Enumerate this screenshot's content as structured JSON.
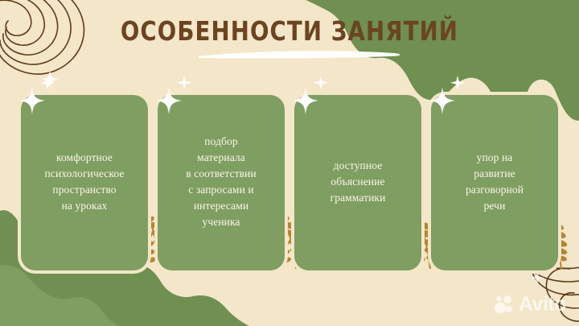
{
  "slide": {
    "title": "ОСОБЕННОСТИ ЗАНЯТИЙ",
    "background_color": "#f4e6c8",
    "title_color": "#6c4421",
    "card_color": "#7f9e61",
    "card_text_color": "#fbf6ea",
    "blob_color": "#6f9050",
    "line_art_color": "#5c3a1a",
    "fern_color": "#b5842f"
  },
  "cards": [
    {
      "id": "card-1",
      "text": "комфортное\nпсихологическое\nпространство\nна уроках"
    },
    {
      "id": "card-2",
      "text": "подбор\nматериала\nв соответствии\nс запросами и\nинтересами\nученика"
    },
    {
      "id": "card-3",
      "text": "доступное\nобъяснение\nграмматики"
    },
    {
      "id": "card-4",
      "text": "упор на\nразвитие\nразговорной\nречи"
    }
  ],
  "watermark": {
    "label": "Avito",
    "logo_icon": "avito-circles-icon"
  },
  "decorations": {
    "sparkle_icon": "sparkle-icon",
    "fern_icon": "fern-leaf-icon",
    "blob_top_right": "organic-blob-shape",
    "blob_bottom_left": "organic-blob-shape",
    "wood_rings_top_left": "wood-grain-rings",
    "wood_rings_bottom_right": "wood-grain-rings"
  }
}
